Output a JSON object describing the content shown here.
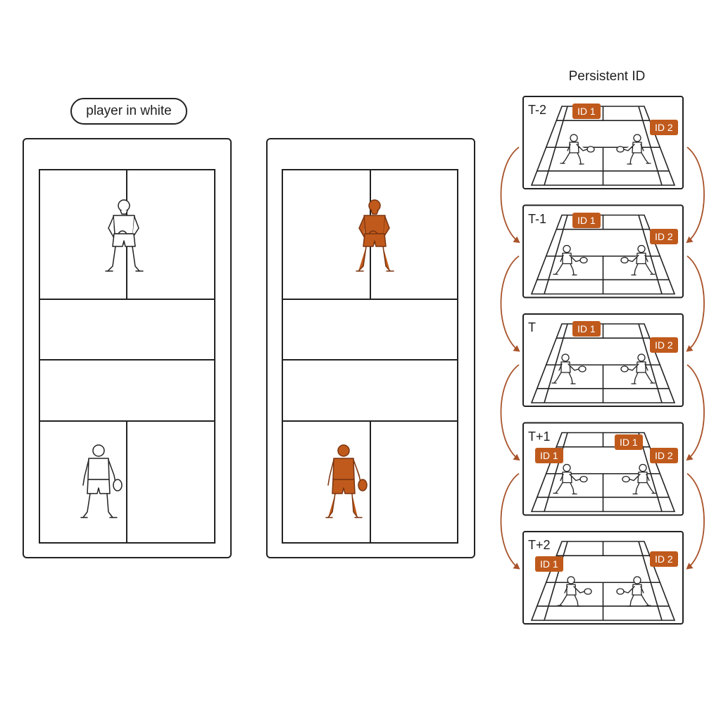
{
  "left_panel": {
    "label": "player in white"
  },
  "right_column": {
    "title": "Persistent ID",
    "frames": [
      {
        "label": "T-2",
        "tags": [
          "ID 1",
          "ID 2"
        ]
      },
      {
        "label": "T-1",
        "tags": [
          "ID 1",
          "ID 2"
        ]
      },
      {
        "label": "T",
        "tags": [
          "ID 1",
          "ID 2"
        ]
      },
      {
        "label": "T+1",
        "tags": [
          "ID 1",
          "ID 1",
          "ID 2"
        ]
      },
      {
        "label": "T+2",
        "tags": [
          "ID 1",
          "ID 2"
        ]
      }
    ]
  },
  "colors": {
    "ink": "#222222",
    "highlight": "#c05a1c",
    "highlight_dark": "#7a3410",
    "arrow": "#a8532a",
    "background": "#ffffff"
  }
}
